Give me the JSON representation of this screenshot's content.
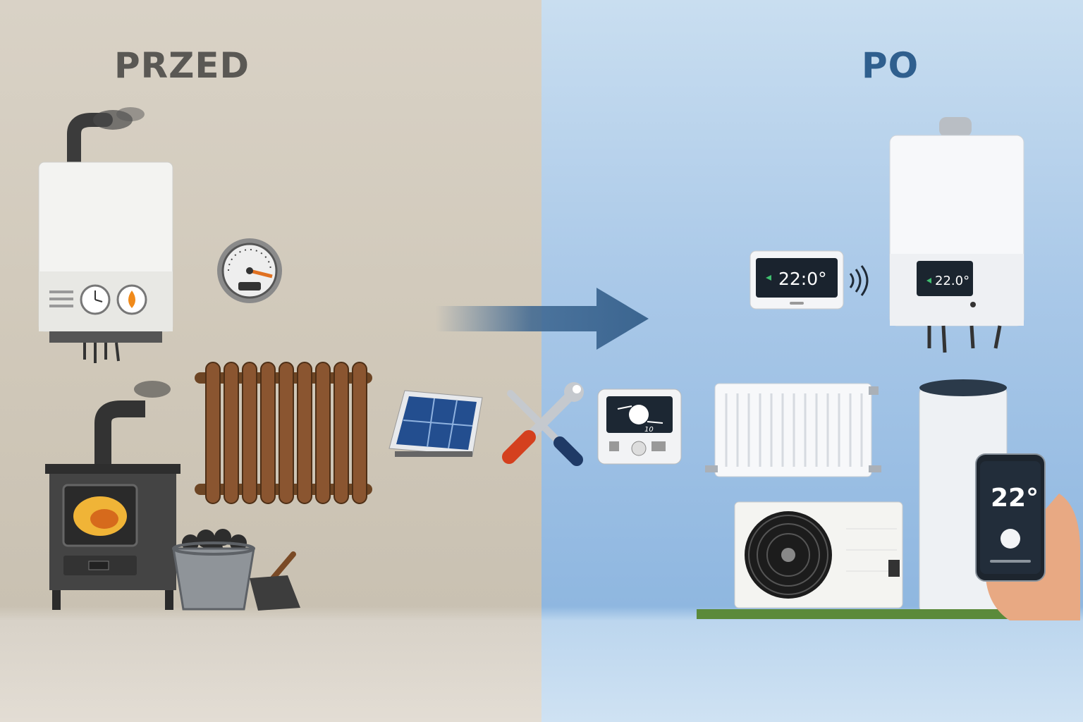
{
  "headings": {
    "before": "PRZED",
    "after": "PO"
  },
  "displays": {
    "wall_thermostat_temp": "22:0°",
    "boiler_display_temp": "22.0°",
    "phone_temp": "22°",
    "room_controller_value": "10"
  },
  "colors": {
    "before_background": "#cfc7b8",
    "after_background": "#9cc0e4",
    "arrow": "#3b6590",
    "heading_before": "#5a5854",
    "heading_after": "#2f5f8e",
    "screen_accent": "#3fbf6f"
  },
  "icons": {
    "before": [
      "old-gas-boiler-icon",
      "pressure-gauge-icon",
      "cast-iron-radiator-icon",
      "coal-stove-icon",
      "coal-bucket-icon",
      "coal-shovel-icon"
    ],
    "middle": [
      "transition-arrow-icon",
      "solar-panel-icon",
      "tools-icon",
      "room-controller-icon"
    ],
    "after": [
      "smart-thermostat-icon",
      "wifi-signal-icon",
      "modern-boiler-icon",
      "panel-radiator-icon",
      "heat-pump-icon",
      "hot-water-tank-icon",
      "smartphone-app-icon"
    ]
  }
}
